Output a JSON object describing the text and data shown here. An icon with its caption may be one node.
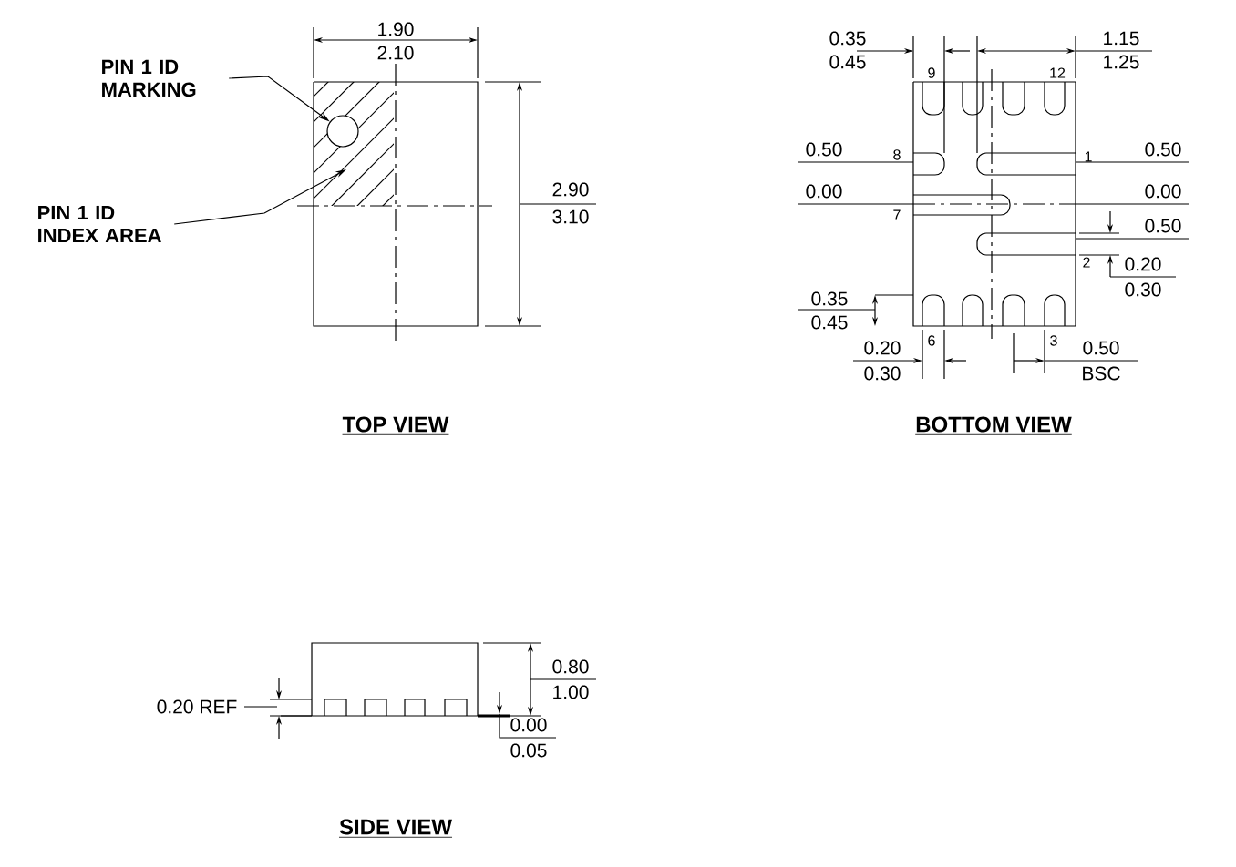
{
  "diagram": {
    "nodes": [
      {
        "text": [
          "PIN 1 ID MARKING"
        ]
      },
      {
        "text": [
          "PIN 1 ID INDEX AREA"
        ]
      },
      {
        "text": [],
        "shape": "box"
      },
      {
        "text": [],
        "shape": "circle",
        "in": 2
      }
    ],
    "edges": [
      {
        "from": 0,
        "to": 3,
        "arrow": "to"
      },
      {
        "from": 1,
        "to": 2,
        "arrow": "to"
      }
    ],
    "labels": [
      "1.90",
      "2.10",
      "2.90",
      "3.10",
      "TOP VIEW",
      "0.35",
      "0.45",
      "9",
      "1.15",
      "1.25",
      "12",
      "0.50",
      "8",
      "1",
      "0.50",
      "0.00",
      "0.00",
      "7",
      "0.50",
      "2",
      "0.20",
      "0.30",
      "0.35",
      "0.45",
      "6",
      "3",
      "0.20",
      "0.30",
      "0.50",
      "BSC",
      "BOTTOM VIEW",
      "0.20 REF",
      "0.80",
      "1.00",
      "0.00",
      "0.05",
      "SIDE VIEW"
    ]
  }
}
